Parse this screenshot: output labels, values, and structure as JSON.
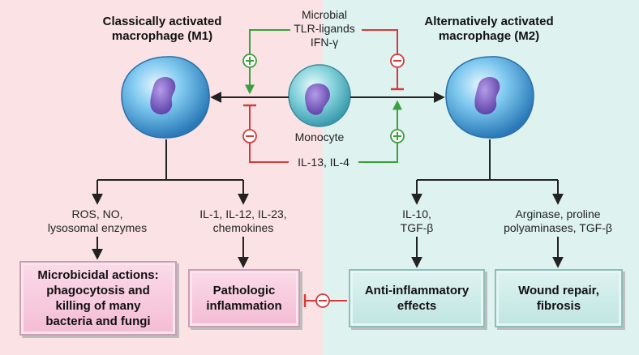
{
  "m1": {
    "title_line1": "Classically activated",
    "title_line2": "macrophage (M1)"
  },
  "m2": {
    "title_line1": "Alternatively activated",
    "title_line2": "macrophage (M2)"
  },
  "stimuli_top": {
    "line1": "Microbial",
    "line2": "TLR-ligands",
    "line3": "IFN-γ"
  },
  "monocyte_label": "Monocyte",
  "stimuli_bottom": "IL-13, IL-4",
  "ros": {
    "line1": "ROS, NO,",
    "line2": "lysosomal enzymes"
  },
  "cytokines_m1": {
    "line1": "IL-1, IL-12, IL-23,",
    "line2": "chemokines"
  },
  "cytokines_m2": {
    "line1": "IL-10,",
    "line2": "TGF-β"
  },
  "arginase": {
    "line1": "Arginase, proline",
    "line2": "polyaminases, TGF-β"
  },
  "box_microbicidal": {
    "line1": "Microbicidal actions:",
    "line2": "phagocytosis and",
    "line3": "killing of many",
    "line4": "bacteria and fungi"
  },
  "box_pathologic": {
    "line1": "Pathologic",
    "line2": "inflammation"
  },
  "box_anti": {
    "line1": "Anti-inflammatory",
    "line2": "effects"
  },
  "box_wound": {
    "line1": "Wound repair,",
    "line2": "fibrosis"
  },
  "colors": {
    "activate": "#3aa03a",
    "inhibit": "#d63a3a",
    "arrow": "#222222",
    "m1_background": "#fbe3e5",
    "m2_background": "#def2f0"
  }
}
